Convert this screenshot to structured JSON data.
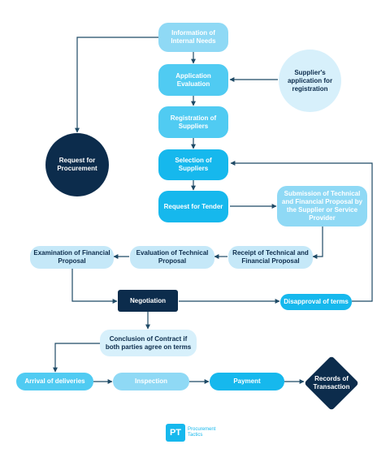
{
  "nodes": {
    "internal_needs": "Information of Internal Needs",
    "application_evaluation": "Application Evaluation",
    "supplier_application": "Supplier's application for registration",
    "registration_of_suppliers": "Registration of Suppliers",
    "request_for_procurement": "Request for Procurement",
    "selection_of_suppliers": "Selection of Suppliers",
    "request_for_tender": "Request for Tender",
    "submission_of_proposal": "Submission of Technical and Financial Proposal by the Supplier or Service Provider",
    "receipt_of_proposal": "Receipt of Technical and Financial Proposal",
    "evaluation_technical": "Evaluation of Technical Proposal",
    "examination_financial": "Examination of Financial Proposal",
    "negotiation": "Negotiation",
    "disapproval_of_terms": "Disapproval of terms",
    "conclusion_of_contract": "Conclusion of Contract if both parties agree on terms",
    "arrival_of_deliveries": "Arrival of deliveries",
    "inspection": "Inspection",
    "payment": "Payment",
    "records_of_transaction": "Records of Transaction"
  },
  "logo": {
    "mark": "PT",
    "line1": "Procurement",
    "line2": "Tactics"
  },
  "colors": {
    "navy": "#0c2c4c",
    "light_blue": "#8fd9f5",
    "mid_blue": "#50cbf2",
    "bright_blue": "#16b8ed",
    "pale_blue": "#d7f0fb",
    "connector": "#1e4a66"
  }
}
